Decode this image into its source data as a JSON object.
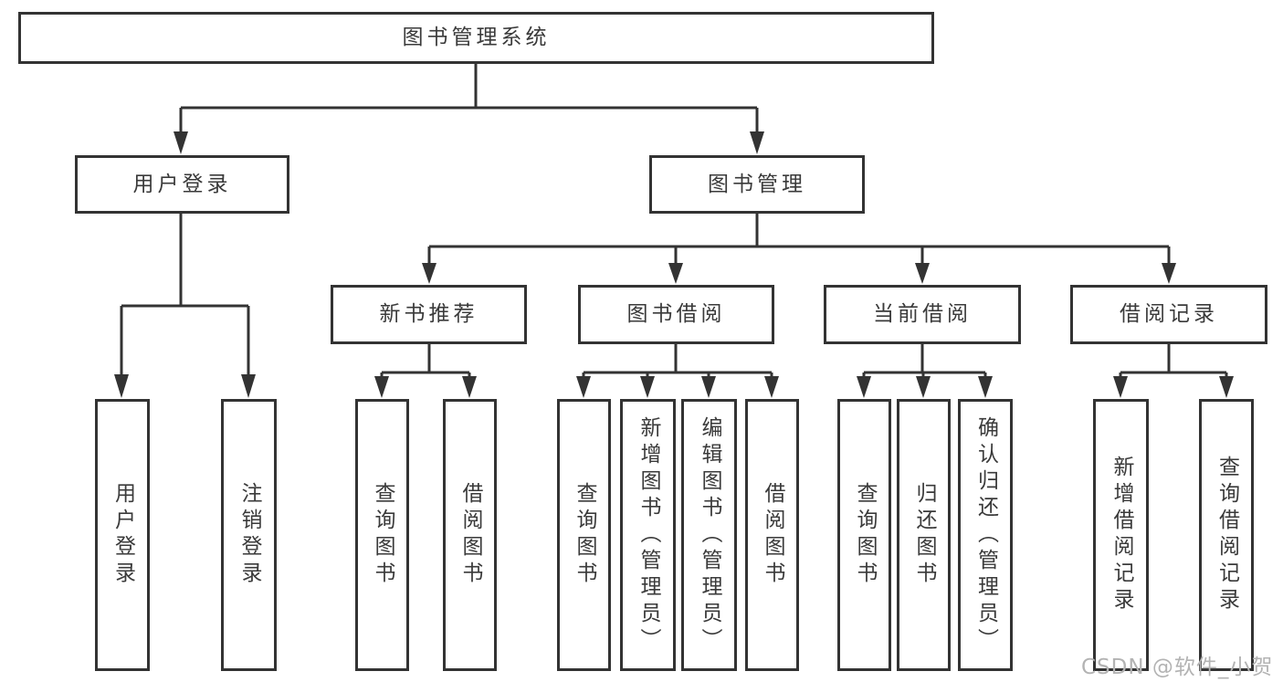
{
  "diagram": {
    "title": "图书管理系统",
    "root": {
      "label": "图书管理系统"
    },
    "branches": [
      {
        "label": "用户登录",
        "children": [
          {
            "label": "用户登录"
          },
          {
            "label": "注销登录"
          }
        ]
      },
      {
        "label": "图书管理",
        "children": [
          {
            "label": "新书推荐",
            "children": [
              {
                "label": "查询图书"
              },
              {
                "label": "借阅图书"
              }
            ]
          },
          {
            "label": "图书借阅",
            "children": [
              {
                "label": "查询图书"
              },
              {
                "label": "新增图书（管理员）"
              },
              {
                "label": "编辑图书（管理员）"
              },
              {
                "label": "借阅图书"
              }
            ]
          },
          {
            "label": "当前借阅",
            "children": [
              {
                "label": "查询图书"
              },
              {
                "label": "归还图书"
              },
              {
                "label": "确认归还（管理员）"
              }
            ]
          },
          {
            "label": "借阅记录",
            "children": [
              {
                "label": "新增借阅记录"
              },
              {
                "label": "查询借阅记录"
              }
            ]
          }
        ]
      }
    ],
    "watermark": "CSDN @软件_小贺同学"
  },
  "colors": {
    "line": "#333333",
    "box_border": "#333333",
    "box_fill": "#ffffff",
    "text": "#3a3a3a",
    "watermark": "#b3b3b3",
    "background": "#ffffff"
  }
}
